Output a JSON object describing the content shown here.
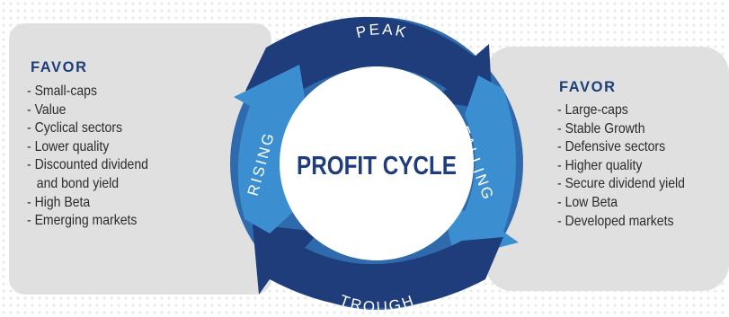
{
  "left_panel": {
    "heading": "FAVOR",
    "items": [
      "- Small-caps",
      "- Value",
      "- Cyclical sectors",
      "- Lower quality",
      "- Discounted dividend",
      "and bond yield",
      "- High Beta",
      "- Emerging markets"
    ]
  },
  "right_panel": {
    "heading": "FAVOR",
    "items": [
      "- Large-caps",
      "- Stable Growth",
      "- Defensive sectors",
      "- Higher quality",
      "- Secure dividend yield",
      "- Low Beta",
      "- Developed markets"
    ]
  },
  "cycle": {
    "center_label": "PROFIT CYCLE",
    "phases": {
      "top": "PEAK",
      "right": "FALLING",
      "bottom": "TROUGH",
      "left": "RISING"
    }
  },
  "colors": {
    "navy": "#1f3d7a",
    "ring_blue": "#2f6aac",
    "arrow_light": "#3b8fd1",
    "panel_gray": "#e0e0e0"
  }
}
